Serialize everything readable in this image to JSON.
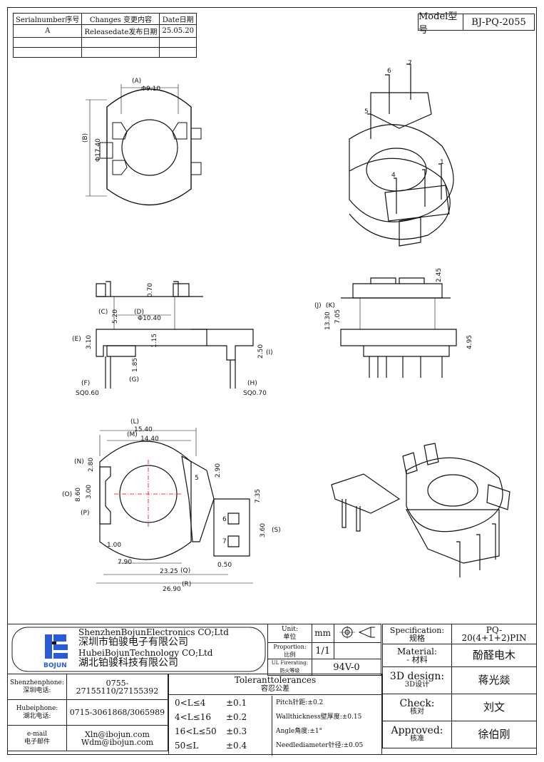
{
  "revision_table": {
    "headers": [
      "Serialnumber序号",
      "Changes 变更内容",
      "Date日期"
    ],
    "rows": [
      [
        "A",
        "Releasedate发布日期",
        "25.05.20"
      ],
      [
        "",
        "",
        ""
      ],
      [
        "",
        "",
        ""
      ]
    ]
  },
  "model": {
    "label": "Model型号",
    "value": "BJ-PQ-2055"
  },
  "dims": {
    "top": {
      "A": "(A)",
      "A_val": "Φ9.10",
      "B": "(B)",
      "B_val": "Φ17.40"
    },
    "pins_top": [
      "7",
      "6",
      "5",
      "4",
      "1"
    ],
    "front": {
      "C": "(C)",
      "C_val": "5.20",
      "D": "(D)",
      "D_val": "Φ10.40",
      "top_val": "0.70",
      "E": "(E)",
      "E_val": "3.10",
      "mid_val": "1.15",
      "G": "(G)",
      "G_val": "1.85",
      "I": "(I)",
      "I_val": "2.50",
      "F": "(F)",
      "F_val": "SQ0.60",
      "H": "(H)",
      "H_val": "SQ0.70"
    },
    "side": {
      "J": "(J)",
      "J_val": "13.30",
      "K": "(K)",
      "K_val": "7.05",
      "top_val": "2.45",
      "bot_val": "4.95"
    },
    "bottom": {
      "L": "(L)",
      "L_val": "15.40",
      "M": "(M)",
      "M_val": "14.40",
      "N": "(N)",
      "N_val": "2.80",
      "O": "(O)",
      "O_val": "8.60",
      "P": "(P)",
      "P_val": "3.00",
      "r_val": "2.90",
      "v_val": "7.35",
      "S": "(S)",
      "S_val": "3.60",
      "w1": "1.00",
      "w2": "7.90",
      "w3": "0.50",
      "Q": "(Q)",
      "Q_val": "23.25",
      "R": "(R)",
      "R_val": "26.90",
      "pin5": "5",
      "pin6": "6",
      "pin7": "7"
    }
  },
  "company": {
    "en1": "ShenzhenBojunElectronics CO;Ltd",
    "cn1": "深圳市铂骏电子有限公司",
    "en2": "HubeiBojunTechnology CO;Ltd",
    "cn2": "湖北铂骏科技有限公司",
    "logo": "BOJUN"
  },
  "title_block": {
    "unit_label": "Unit:",
    "unit_label_cn": "单位",
    "unit_val": "mm",
    "prop_label": "Proportion:",
    "prop_label_cn": "比例",
    "prop_val": "1/1",
    "ul_label": "UL Firerating:",
    "ul_label_cn": "防火等级",
    "ul_val": "94V-0",
    "spec_label": "Specification:",
    "spec_label_cn": "规格",
    "spec_val": "PQ-20(4+1+2)PIN",
    "mat_label": "Material:",
    "mat_label_cn": "材料",
    "mat_dash": "-",
    "mat_val": "酚醛电木",
    "d3_label": "3D design:",
    "d3_label_cn": "3D设计",
    "d3_val": "蒋光燚",
    "chk_label": "Check:",
    "chk_label_cn": "核对",
    "chk_val": "刘文",
    "app_label": "Approved:",
    "app_label_cn": "核准",
    "app_val": "徐伯刚",
    "tol_title": "Toleranttolerances",
    "tol_title_cn": "容忍公差",
    "tol_rows": [
      [
        "0<L≤4",
        "±0.1"
      ],
      [
        "4<L≤16",
        "±0.2"
      ],
      [
        "16<L≤50",
        "±0.3"
      ],
      [
        "50≤L",
        "±0.4"
      ]
    ],
    "tol_notes": [
      "Pitch针距:±0.2",
      "Wallthickness壁厚度:±0.15",
      "Angle角度:±1°",
      "Needlediameter针径:±0.05"
    ],
    "sz_phone_label": "Shenzhenphone:",
    "sz_phone_label_cn": "深圳电话:",
    "sz_phone": "0755-27155110/27155392",
    "hb_phone_label": "Hubeiphone:",
    "hb_phone_label_cn": "湖北电话:",
    "hb_phone": "0715-3061868/3065989",
    "email_label": "e-mail",
    "email_label_cn": "电子邮件",
    "email1": "Xln@ibojun.com",
    "email2": "Wdm@ibojun.com"
  }
}
